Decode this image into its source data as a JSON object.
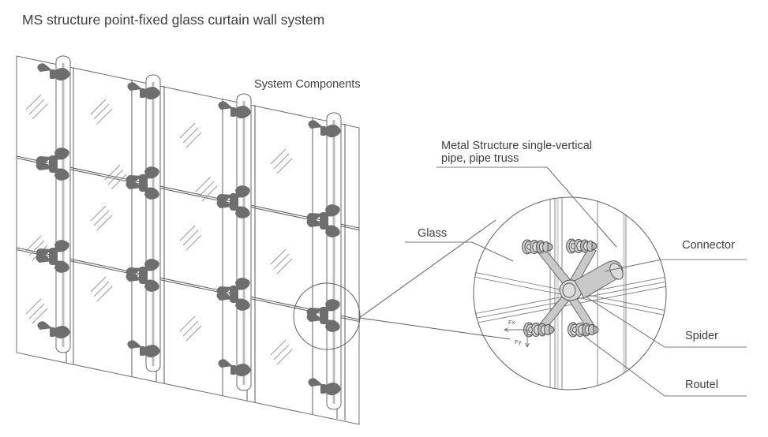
{
  "page": {
    "title": "MS structure point-fixed glass curtain wall system",
    "background_color": "#ffffff",
    "line_color": "#5e5e5e",
    "text_color": "#3f3f3f",
    "fitting_color": "#6e6e6e"
  },
  "headings": {
    "main_title": "MS structure point-fixed glass curtain wall system",
    "section_caption": "System Components"
  },
  "callouts": [
    {
      "id": "metal-structure",
      "text_line_1": "Metal Structure single-vertical",
      "text_line_2": "pipe, pipe truss",
      "position": "top-center-right"
    },
    {
      "id": "glass",
      "text_line_1": "Glass",
      "text_line_2": "",
      "position": "left-of-detail"
    },
    {
      "id": "connector",
      "text_line_1": "Connector",
      "text_line_2": "",
      "position": "right-upper"
    },
    {
      "id": "spider",
      "text_line_1": "Spider",
      "text_line_2": "",
      "position": "right-middle"
    },
    {
      "id": "routel",
      "text_line_1": "Routel",
      "text_line_2": "",
      "position": "right-lower"
    }
  ],
  "force_annotations": [
    {
      "id": "fx",
      "label": "Fx",
      "direction": "left"
    },
    {
      "id": "fy",
      "label": "Fy",
      "direction": "down"
    }
  ],
  "wall": {
    "columns": 4,
    "rows": 3,
    "mullion_count": 4,
    "spider_count_per_mullion": 4,
    "detail_marker": "circle-on-lower-right-spider"
  }
}
